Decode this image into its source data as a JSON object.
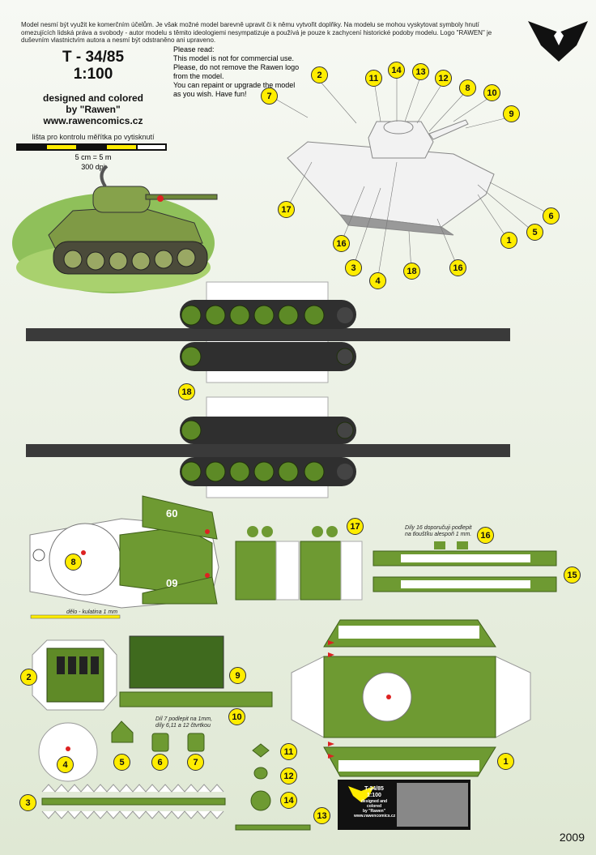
{
  "header": {
    "notice": "Model nesmí být využit ke komerčním účelům. Je však možné model barevně upravit či k němu vytvořit doplňky. Na modelu se mohou vyskytovat symboly hnutí omezujících lidská práva a svobody - autor modelu s těmito ideologiemi nesympatizuje a používá je pouze k zachycení historické podoby modelu. Logo \"RAWEN\" je duševním vlastnictvím autora a nesmí být odstraněno ani upraveno.",
    "model_name": "T - 34/85",
    "scale": "1:100",
    "designed_by": "designed and colored",
    "by_line": "by \"Rawen\"",
    "website": "www.rawencomics.cz",
    "scale_check_label": "lišta pro kontrolu měřítka po vytisknutí",
    "scale_ratio": "5 cm = 5 m",
    "dpi": "300 dpi"
  },
  "please_read": [
    "Please read:",
    "This model is not for commercial use.",
    "Please, do not remove the Rawen logo",
    "from the model.",
    "You can repaint or upgrade the model",
    "as you wish. Have fun!"
  ],
  "notes": {
    "gun_barrel": "dělo - kulatina 1 mm",
    "part16": "Díly 16 doporučuji podlepit",
    "part16b": "na tloušťku alespoň 1 mm.",
    "part7a": "Díl 7 podlepit na 1mm,",
    "part7b": "díly 6,11 a 12 čtvrtkou"
  },
  "turret_numbers": [
    "60",
    "60"
  ],
  "logo_card": {
    "model": "T-34/85",
    "scale": "1:100",
    "designed": "designed and colored",
    "by": "by \"Rawen\"",
    "site": "www.rawencomics.cz"
  },
  "year": "2009",
  "colors": {
    "green": "#6e9a32",
    "dark_green": "#3f5e1a",
    "track": "#2f2f2f",
    "badge": "#ffed00"
  },
  "badges": {
    "b1": "1",
    "b2": "2",
    "b3": "3",
    "b4": "4",
    "b5": "5",
    "b6": "6",
    "b7": "7",
    "b8": "8",
    "b9": "9",
    "b10": "10",
    "b11": "11",
    "b12": "12",
    "b13": "13",
    "b14": "14",
    "b15": "15",
    "b16": "16",
    "b17": "17",
    "b18": "18"
  }
}
